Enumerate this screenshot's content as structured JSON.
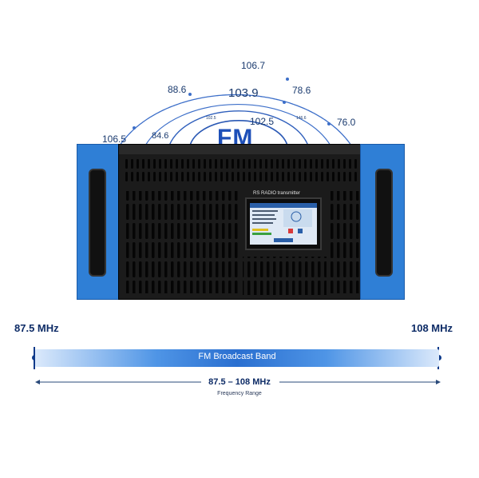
{
  "frequencies": {
    "outer": [
      "106.7",
      "88.6",
      "78.6",
      "106.5",
      "76.0"
    ],
    "middle": [
      "103.9",
      "84.6",
      "102.5"
    ],
    "inner": [
      "102.5",
      "146.6"
    ]
  },
  "fm_word": "FM",
  "device": {
    "panel_title": "RS  RADIO  transmitter"
  },
  "band": {
    "start": "87.5 MHz",
    "end": "108 MHz",
    "bar_label": "FM Broadcast Band",
    "range": "87.5 – 108 MHz",
    "range_caption": "Frequency Range"
  },
  "colors": {
    "accent": "#1d4fb8",
    "rack_ear": "#2f7fd6",
    "chassis": "#1b1b1b",
    "label_dark": "#0d2b66"
  }
}
